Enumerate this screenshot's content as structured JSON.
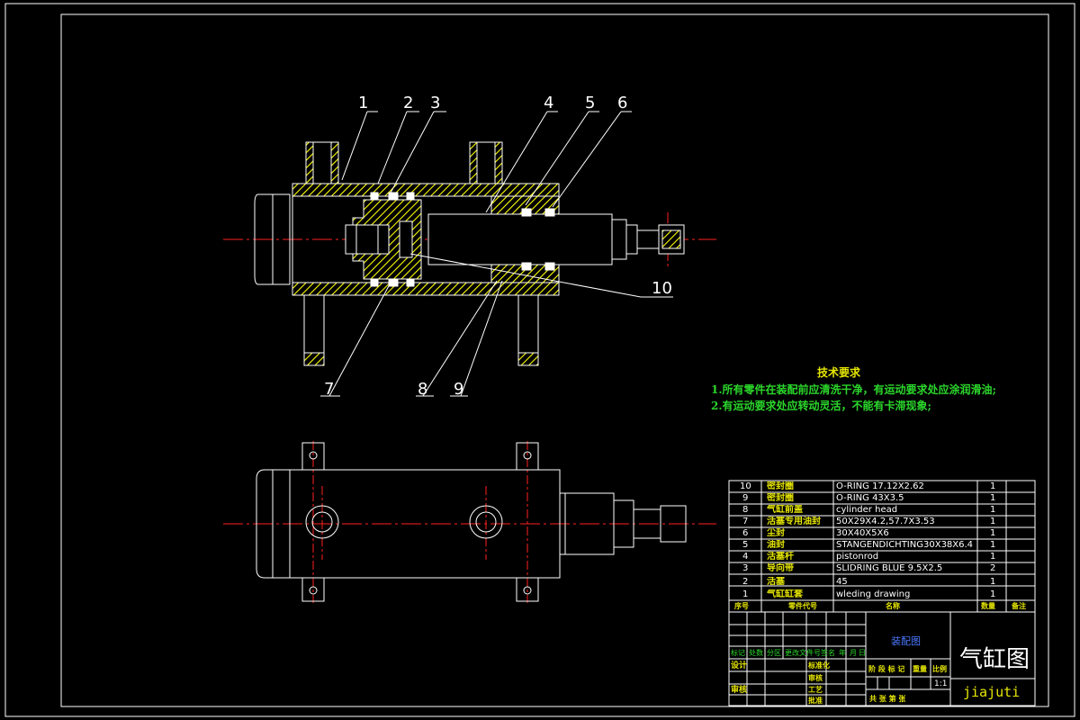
{
  "drawing": {
    "title": "气缸图",
    "code": "jiajuti",
    "assembly_label": "装配图",
    "scale": "1:1"
  },
  "callouts": [
    "1",
    "2",
    "3",
    "4",
    "5",
    "6",
    "7",
    "8",
    "9",
    "10"
  ],
  "tech_requirements": {
    "title": "技术要求",
    "items": [
      "1.所有零件在装配前应清洗干净，有运动要求处应涂润滑油;",
      "2.有运动要求处应转动灵活，不能有卡滞现象;"
    ]
  },
  "bom": {
    "headers": {
      "no": "序号",
      "code": "零件代号",
      "name": "名称",
      "qty": "数量",
      "note": "备注"
    },
    "rows": [
      {
        "no": "10",
        "cn": "密封圈",
        "spec": "O-RING 17.12X2.62",
        "qty": "1"
      },
      {
        "no": "9",
        "cn": "密封圈",
        "spec": "O-RING 43X3.5",
        "qty": "1"
      },
      {
        "no": "8",
        "cn": "气缸前盖",
        "spec": "cylinder head",
        "qty": "1"
      },
      {
        "no": "7",
        "cn": "活塞专用油封",
        "spec": "50X29X4.2,57.7X3.53",
        "qty": "1"
      },
      {
        "no": "6",
        "cn": "尘封",
        "spec": "30X40X5X6",
        "qty": "1"
      },
      {
        "no": "5",
        "cn": "油封",
        "spec": "STANGENDICHTING30X38X6.4",
        "qty": "1"
      },
      {
        "no": "4",
        "cn": "活塞杆",
        "spec": "pistonrod",
        "qty": "1"
      },
      {
        "no": "3",
        "cn": "导向带",
        "spec": "SLIDRING BLUE 9.5X2.5",
        "qty": "2"
      },
      {
        "no": "2",
        "cn": "活塞",
        "spec": "45",
        "qty": "1"
      },
      {
        "no": "1",
        "cn": "气缸缸套",
        "spec": "wleding drawing",
        "qty": "1"
      }
    ]
  },
  "title_block": {
    "rev_row": [
      "标记",
      "处数",
      "分区",
      "更改文件号",
      "签名",
      "年",
      "月",
      "日"
    ],
    "design": "设计",
    "std": "标准化",
    "check": "审核",
    "craft": "工艺",
    "approve": "批准",
    "review": "审核",
    "stage": "阶 段 标 记",
    "weight": "重量",
    "ratio": "比例",
    "sheets": "共   张   第   张"
  },
  "colors": {
    "outline": "#ffffff",
    "centerline": "#ff2020",
    "hatch": "#ffff00",
    "text_green": "#2bd72b",
    "text_yellow": "#e6e600",
    "text_blue": "#4a78ff"
  }
}
